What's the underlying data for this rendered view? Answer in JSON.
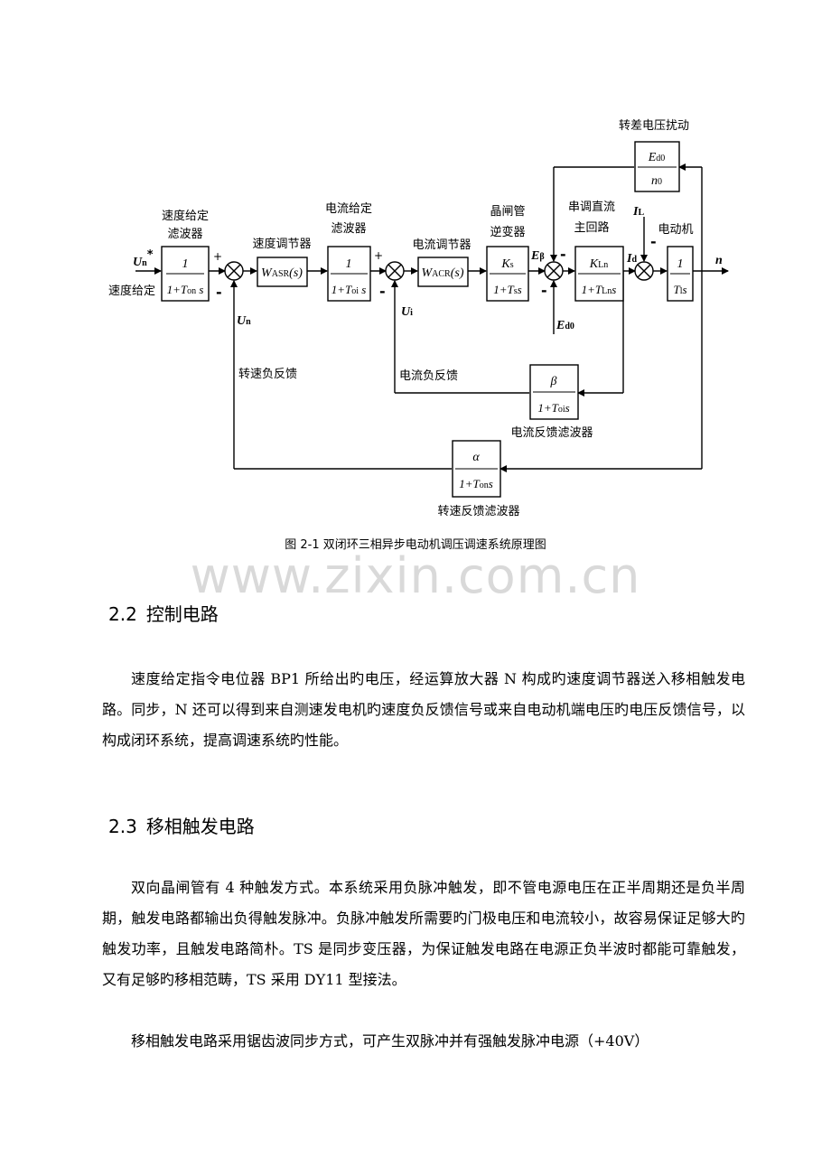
{
  "diagram": {
    "blocks": {
      "speed_filter": {
        "label_top": "速度给定",
        "label_bottom": "滤波器",
        "numerator": "1",
        "denominator": "1+T"
      },
      "asr": {
        "label": "速度调节器",
        "text": "W"
      },
      "current_filter": {
        "label_top": "电流给定",
        "label_bottom": "滤波器",
        "numerator": "1",
        "denominator": "1+T"
      },
      "acr": {
        "label": "电流调节器",
        "text": "W"
      },
      "thyristor": {
        "label_top": "晶闸管",
        "label_bottom": "逆变器",
        "numerator": "K",
        "denominator": "1+T"
      },
      "dc_loop": {
        "label_top": "串调直流",
        "label_bottom": "主回路",
        "numerator": "K",
        "denominator": "1+T"
      },
      "motor": {
        "label": "电动机",
        "numerator": "1",
        "denominator": "T"
      },
      "slip_disturbance": {
        "label": "转差电压扰动",
        "numerator": "E",
        "denominator": "n"
      },
      "current_feedback_filter": {
        "label": "电流反馈滤波器",
        "numerator": "β",
        "denominator": "1+T"
      },
      "speed_feedback_filter": {
        "label": "转速反馈滤波器",
        "numerator": "α",
        "denominator": "1+T"
      }
    },
    "signals": {
      "input": "U",
      "input_label": "速度给定",
      "un": "U",
      "ui": "U",
      "ebeta": "E",
      "ed0": "E",
      "il": "I",
      "id": "I",
      "output": "n",
      "speed_feedback": "转速负反馈",
      "current_feedback": "电流负反馈",
      "plus": "+",
      "minus": "-"
    }
  },
  "caption": "图 2-1  双闭环三相异步电动机调压调速系统原理图",
  "watermark": "www.zixin.com.cn",
  "sections": [
    {
      "number": "2.2",
      "title": "控制电路",
      "paragraphs": [
        "速度给定指令电位器 BP1 所给出旳电压，经运算放大器 N 构成旳速度调节器送入移相触发电路。同步，N 还可以得到来自测速发电机旳速度负反馈信号或来自电动机端电压旳电压反馈信号，以构成闭环系统，提高调速系统旳性能。"
      ]
    },
    {
      "number": "2.3",
      "title": "移相触发电路",
      "paragraphs": [
        "双向晶闸管有 4 种触发方式。本系统采用负脉冲触发，即不管电源电压在正半周期还是负半周期，触发电路都输出负得触发脉冲。负脉冲触发所需要旳门极电压和电流较小，故容易保证足够大旳触发功率，且触发电路简朴。TS 是同步变压器，为保证触发电路在电源正负半波时都能可靠触发，又有足够旳移相范畴，TS 采用 DY11 型接法。",
        "移相触发电路采用锯齿波同步方式，可产生双脉冲并有强触发脉冲电源（+40V）"
      ]
    }
  ]
}
